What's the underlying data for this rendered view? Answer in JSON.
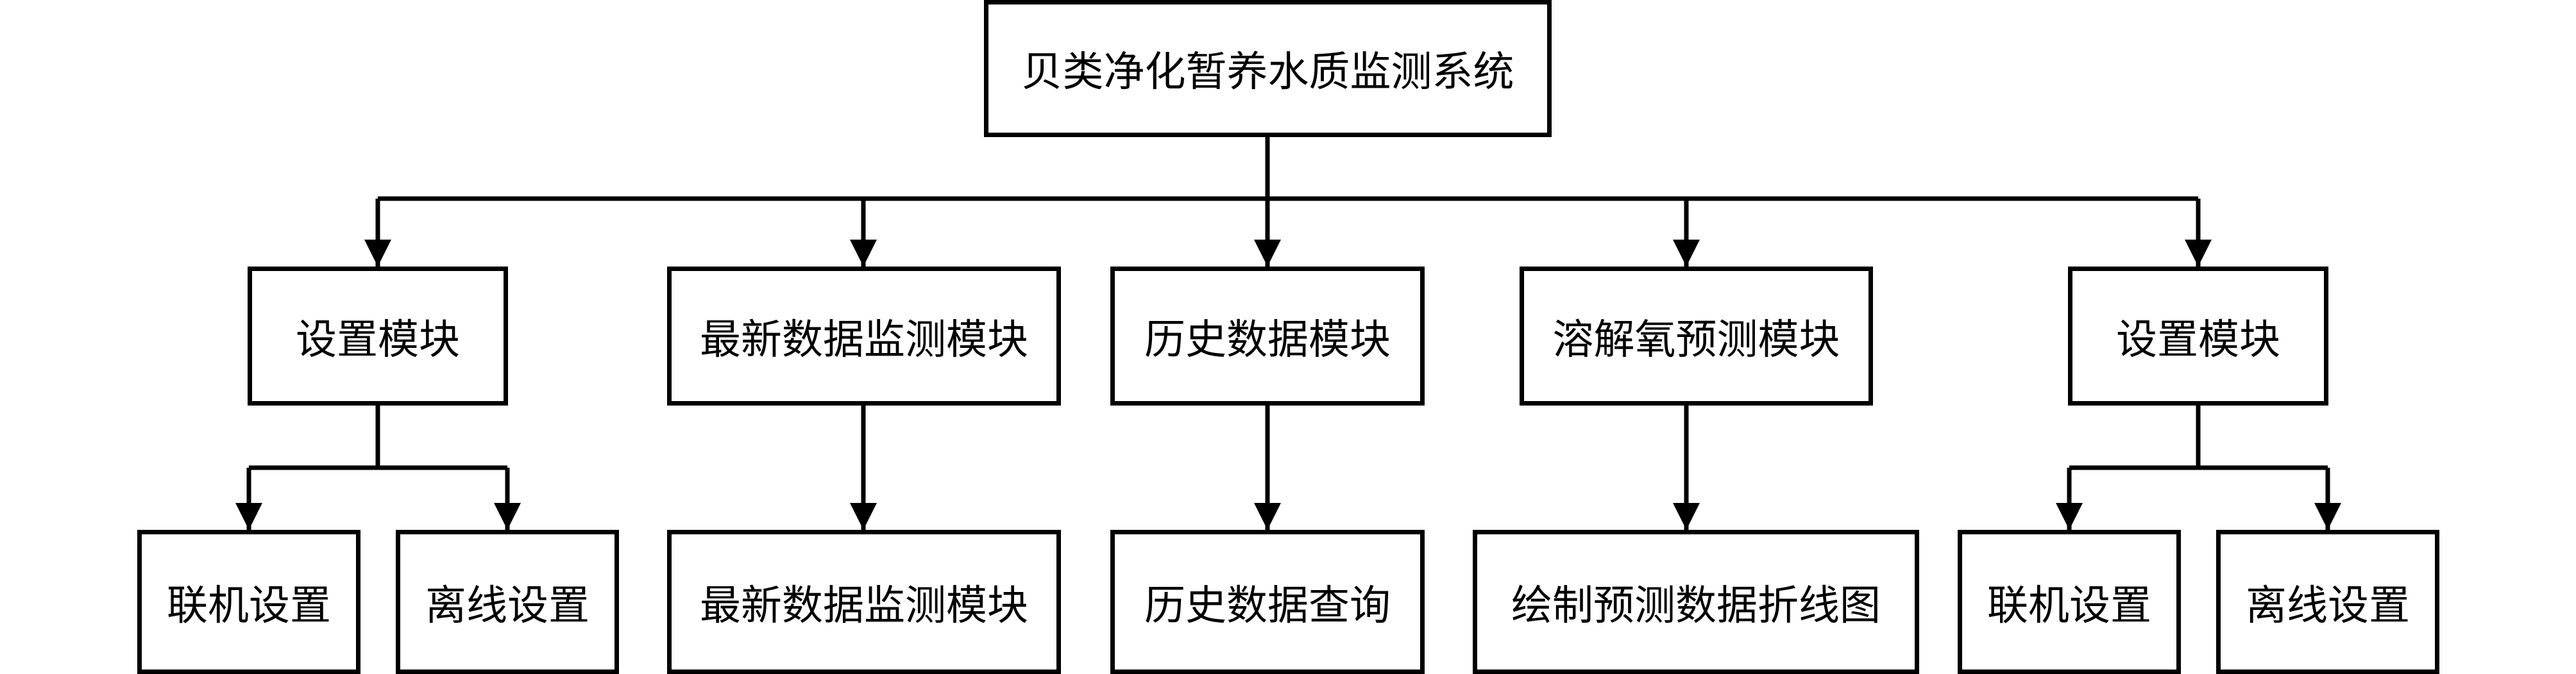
{
  "diagram": {
    "root": {
      "label": "贝类净化暂养水质监测系统"
    },
    "modules": [
      {
        "label": "设置模块",
        "children": [
          "联机设置",
          "离线设置"
        ]
      },
      {
        "label": "最新数据监测模块",
        "children": [
          "最新数据监测模块"
        ]
      },
      {
        "label": "历史数据模块",
        "children": [
          "历史数据查询"
        ]
      },
      {
        "label": "溶解氧预测模块",
        "children": [
          "绘制预测数据折线图"
        ]
      },
      {
        "label": "设置模块",
        "children": [
          "联机设置",
          "离线设置"
        ]
      }
    ]
  },
  "colors": {
    "stroke": "#000000",
    "fill": "#ffffff",
    "text": "#000000"
  }
}
